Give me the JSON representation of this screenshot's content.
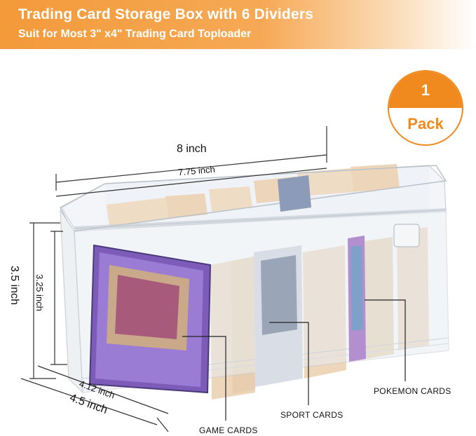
{
  "banner": {
    "title": "Trading Card Storage Box with 6 Dividers",
    "subtitle": "Suit for Most 3\" x4\" Trading Card Toploader",
    "color": "#f39a3a"
  },
  "badge": {
    "count": "1",
    "unit": "Pack",
    "color": "#f08a1e"
  },
  "dimensions": {
    "outer_length": "8 inch",
    "inner_length": "7.75 inch",
    "outer_height": "3.5 inch",
    "inner_height": "3.25 inch",
    "inner_width": "4.12 inch",
    "outer_width": "4.5 inch"
  },
  "callouts": {
    "game": "GAME CARDS",
    "sport": "SPORT CARDS",
    "pokemon": "POKEMON CARDS"
  },
  "product": {
    "box_color": "#e9edf2",
    "divider_color": "#edd6ba",
    "card_color": "#6a4fa8"
  }
}
